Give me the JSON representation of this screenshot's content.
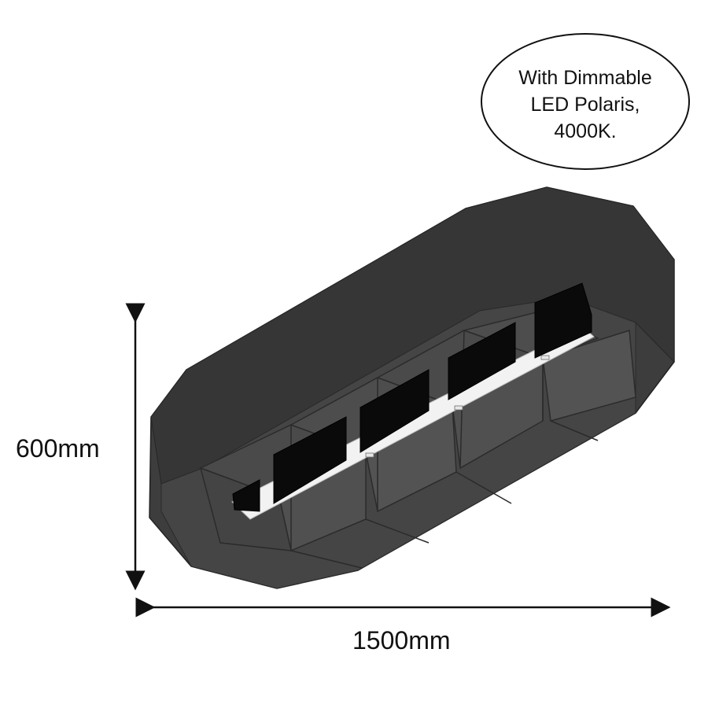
{
  "callout": {
    "line1": "With Dimmable",
    "line2": "LED Polaris,",
    "line3": "4000K."
  },
  "dimensions": {
    "height": "600mm",
    "width": "1500mm"
  },
  "colors": {
    "fixture_body": "#3d3d3d",
    "fixture_dark": "#2e2e2e",
    "cell_wall": "#4a4a4a",
    "led_strip": "#f2f2f2",
    "cavity": "#0a0a0a",
    "ink": "#111111"
  }
}
